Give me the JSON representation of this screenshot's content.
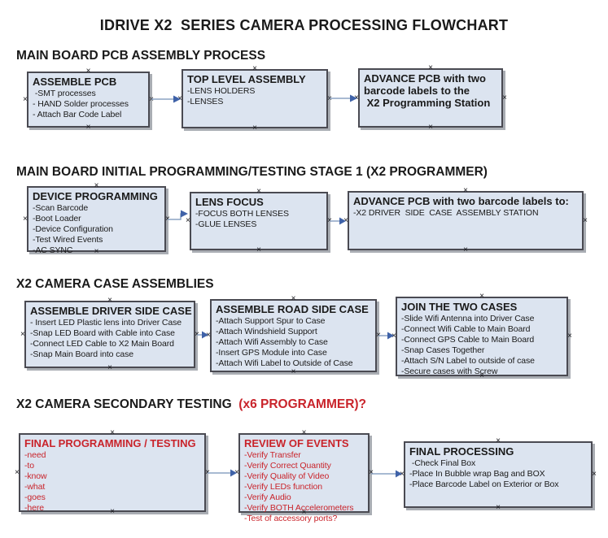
{
  "title": "IDRIVE X2  SERIES CAMERA PROCESSING FLOWCHART",
  "glyphs": {
    "handle": "×"
  },
  "colors": {
    "box_fill": "#dce4f0",
    "box_border": "#4a4a52",
    "box_shadow": "#a9adb3",
    "arrow_line": "#8ca3c4",
    "arrow_head": "#3f62a8",
    "red_text": "#c9242b",
    "text": "#1a1a1a"
  },
  "sections": {
    "s1": {
      "heading": "MAIN BOARD PCB ASSEMBLY PROCESS"
    },
    "s2": {
      "heading": "MAIN BOARD INITIAL PROGRAMMING/TESTING STAGE 1 (X2 PROGRAMMER)"
    },
    "s3": {
      "heading": "X2 CAMERA CASE ASSEMBLIES"
    },
    "s4": {
      "heading": "X2 CAMERA SECONDARY TESTING  ",
      "heading_suffix": "(x6 PROGRAMMER)?"
    }
  },
  "nodes": [
    {
      "id": "assemble-pcb",
      "title": "ASSEMBLE PCB",
      "items": [
        " -SMT processes",
        "- HAND Solder processes",
        "- Attach Bar Code Label"
      ]
    },
    {
      "id": "top-level-assembly",
      "title": "TOP LEVEL ASSEMBLY",
      "items": [
        "-LENS HOLDERS",
        "-LENSES"
      ]
    },
    {
      "id": "advance-pcb-to-programming-station",
      "title": "ADVANCE PCB with two\nbarcode labels to the\n X2 Programming Station",
      "items": []
    },
    {
      "id": "device-programming",
      "title": "DEVICE PROGRAMMING",
      "items": [
        "-Scan Barcode",
        "-Boot Loader",
        "-Device Configuration",
        "-Test Wired Events",
        "-AC SYNC"
      ]
    },
    {
      "id": "lens-focus",
      "title": "LENS FOCUS",
      "items": [
        "-FOCUS BOTH LENSES",
        "-GLUE LENSES"
      ]
    },
    {
      "id": "advance-pcb-to-driver-side-station",
      "title": "ADVANCE PCB with two barcode labels to:",
      "items": [
        "-X2 DRIVER  SIDE  CASE  ASSEMBLY STATION"
      ]
    },
    {
      "id": "assemble-driver-side-case",
      "title": "ASSEMBLE DRIVER SIDE CASE",
      "items": [
        "- Insert LED Plastic lens into Driver Case",
        "-Snap LED Board with Cable into Case",
        "-Connect LED Cable to X2 Main Board",
        "-Snap Main Board into case"
      ]
    },
    {
      "id": "assemble-road-side-case",
      "title": "ASSEMBLE ROAD SIDE CASE",
      "items": [
        "-Attach Support Spur to Case",
        "-Attach Windshield Support",
        "-Attach Wifi Assembly to Case",
        "-Insert GPS Module into Case",
        "-Attach Wifi Label to Outside of Case"
      ]
    },
    {
      "id": "join-the-two-cases",
      "title": "JOIN THE TWO CASES",
      "items": [
        "-Slide Wifi Antenna into Driver Case",
        "-Connect Wifi Cable to Main Board",
        "-Connect GPS Cable to Main Board",
        "-Snap Cases Together",
        "-Attach S/N Label to outside of case",
        "-Secure cases with Screw"
      ]
    },
    {
      "id": "final-programming-testing",
      "title": "FINAL PROGRAMMING / TESTING",
      "items": [
        "-need",
        "-to",
        "-know",
        "-what",
        "-goes",
        "-here"
      ]
    },
    {
      "id": "review-of-events",
      "title": "REVIEW OF EVENTS",
      "items": [
        "-Verify Transfer",
        "-Verify Correct Quantity",
        "-Verify Quality of Video",
        "-Verify LEDs function",
        "-Verify Audio",
        "-Verify BOTH Accelerometers",
        "-Test of accessory ports?"
      ]
    },
    {
      "id": "final-processing",
      "title": "FINAL PROCESSING",
      "items": [
        " -Check Final Box",
        "-Place In Bubble wrap Bag and BOX",
        "-Place Barcode Label on Exterior or Box"
      ]
    }
  ]
}
